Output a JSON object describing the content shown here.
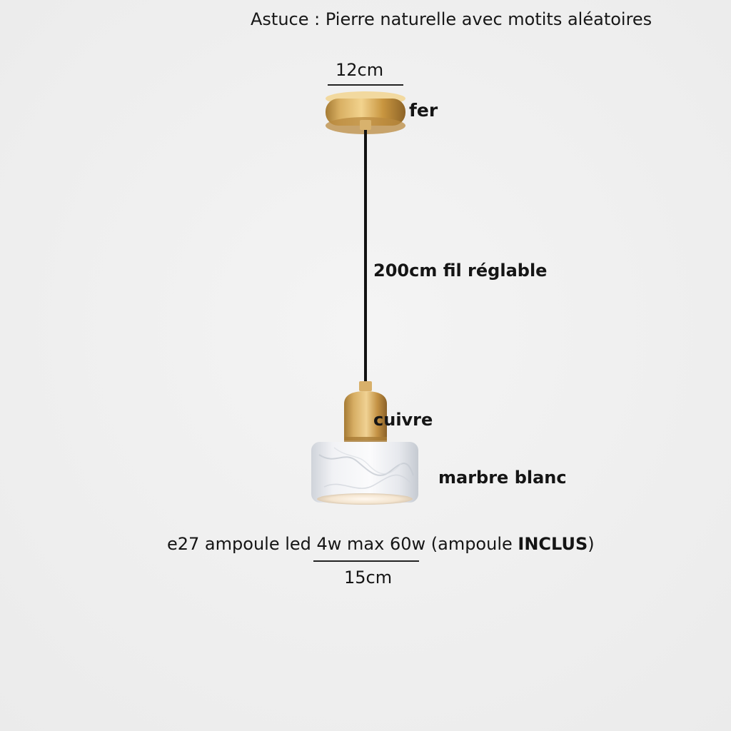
{
  "tip_text": "Astuce : Pierre naturelle avec motits aléatoires",
  "dimensions": {
    "top_width": "12cm",
    "bottom_width": "15cm"
  },
  "labels": {
    "canopy_material": "fer",
    "cable": "200cm fil réglable",
    "socket_material": "cuivre",
    "shade_material": "marbre blanc"
  },
  "bulb_note": {
    "prefix": "e27 ampoule led 4w max 60w (ampoule ",
    "emphasis": "INCLUS",
    "suffix": ")"
  }
}
